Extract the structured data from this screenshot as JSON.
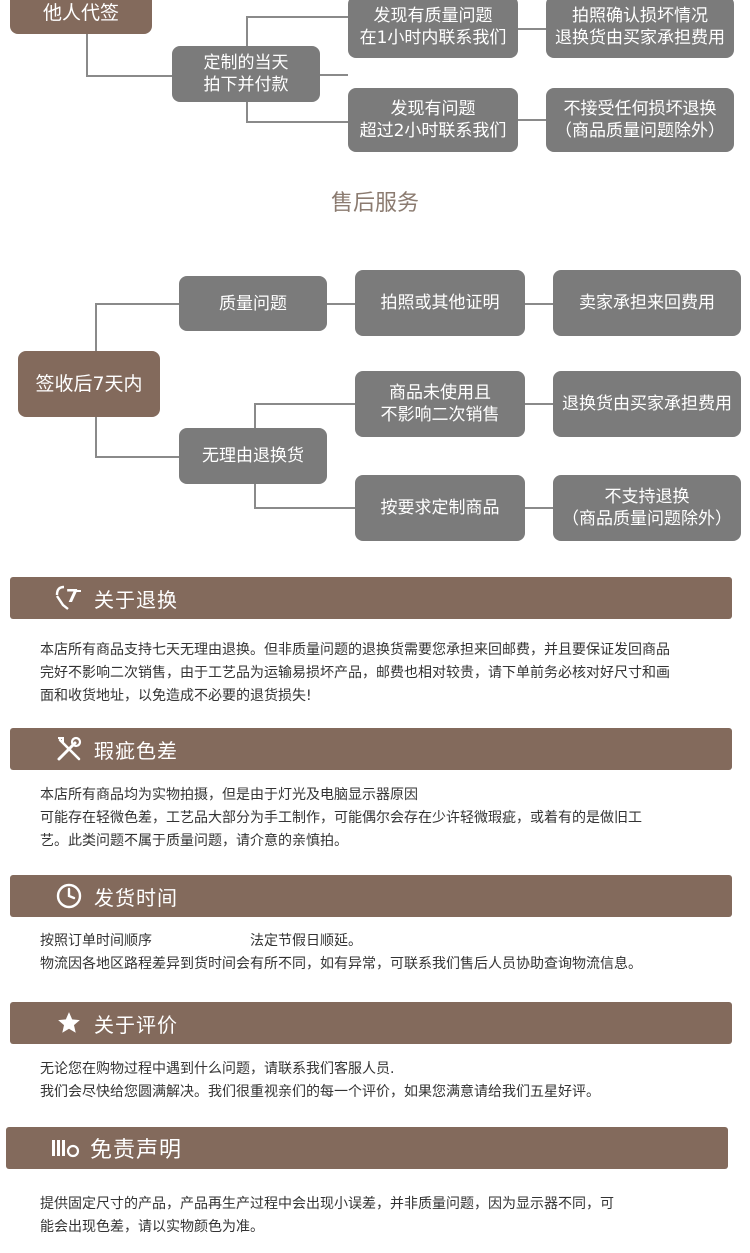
{
  "top_flow": {
    "other_sign": "他人代签",
    "custom_day": "定制的当天\n拍下并付款",
    "within_1h": "发现有质量问题\n在1小时内联系我们",
    "photo_confirm": "拍照确认损坏情况\n退换货由买家承担费用",
    "over_2h": "发现有问题\n超过2小时联系我们",
    "no_accept": "不接受任何损坏退换\n（商品质量问题除外）"
  },
  "after_sale": {
    "title": "售后服务",
    "root": "签收后7天内",
    "quality": "质量问题",
    "photo_proof": "拍照或其他证明",
    "seller_pays": "卖家承担来回费用",
    "no_reason": "无理由退换货",
    "unused": "商品未使用且\n不影响二次销售",
    "buyer_pays": "退换货由买家承担费用",
    "custom_goods": "按要求定制商品",
    "not_supported": "不支持退换\n（商品质量问题除外）"
  },
  "sections": [
    {
      "title": "关于退换",
      "icon": "seven-day-return-icon",
      "text": "本店所有商品支持七天无理由退换。但非质量问题的退换货需要您承担来回邮费，并且要保证发回商品\n完好不影响二次销售，由于工艺品为运输易损坏产品，邮费也相对较贵，请下单前务必核对好尺寸和画\n面和收货地址，以免造成不必要的退货损失!"
    },
    {
      "title": "瑕疵色差",
      "icon": "tools-icon",
      "text": "本店所有商品均为实物拍摄，但是由于灯光及电脑显示器原因\n可能存在轻微色差，工艺品大部分为手工制作，可能偶尔会存在少许轻微瑕疵，或着有的是做旧工\n艺。此类问题不属于质量问题，请介意的亲慎拍。"
    },
    {
      "title": "发货时间",
      "icon": "clock-icon",
      "text_a": "按照订单时间顺序",
      "text_b": "法定节假日顺延。",
      "text_c": "物流因各地区路程差异到货时间会有所不同，如有异常，可联系我们售后人员协助查询物流信息。"
    },
    {
      "title": "关于评价",
      "icon": "star-icon",
      "text": "无论您在购物过程中遇到什么问题，请联系我们客服人员.\n我们会尽快给您圆满解决。我们很重视亲们的每一个评价，如果您满意请给我们五星好评。"
    },
    {
      "title": "免责声明",
      "icon": "disclaimer-icon",
      "text": "提供固定尺寸的产品，产品再生产过程中会出现小误差，并非质量问题，因为显示器不同，可\n能会出现色差，请以实物颜色为准。"
    }
  ]
}
